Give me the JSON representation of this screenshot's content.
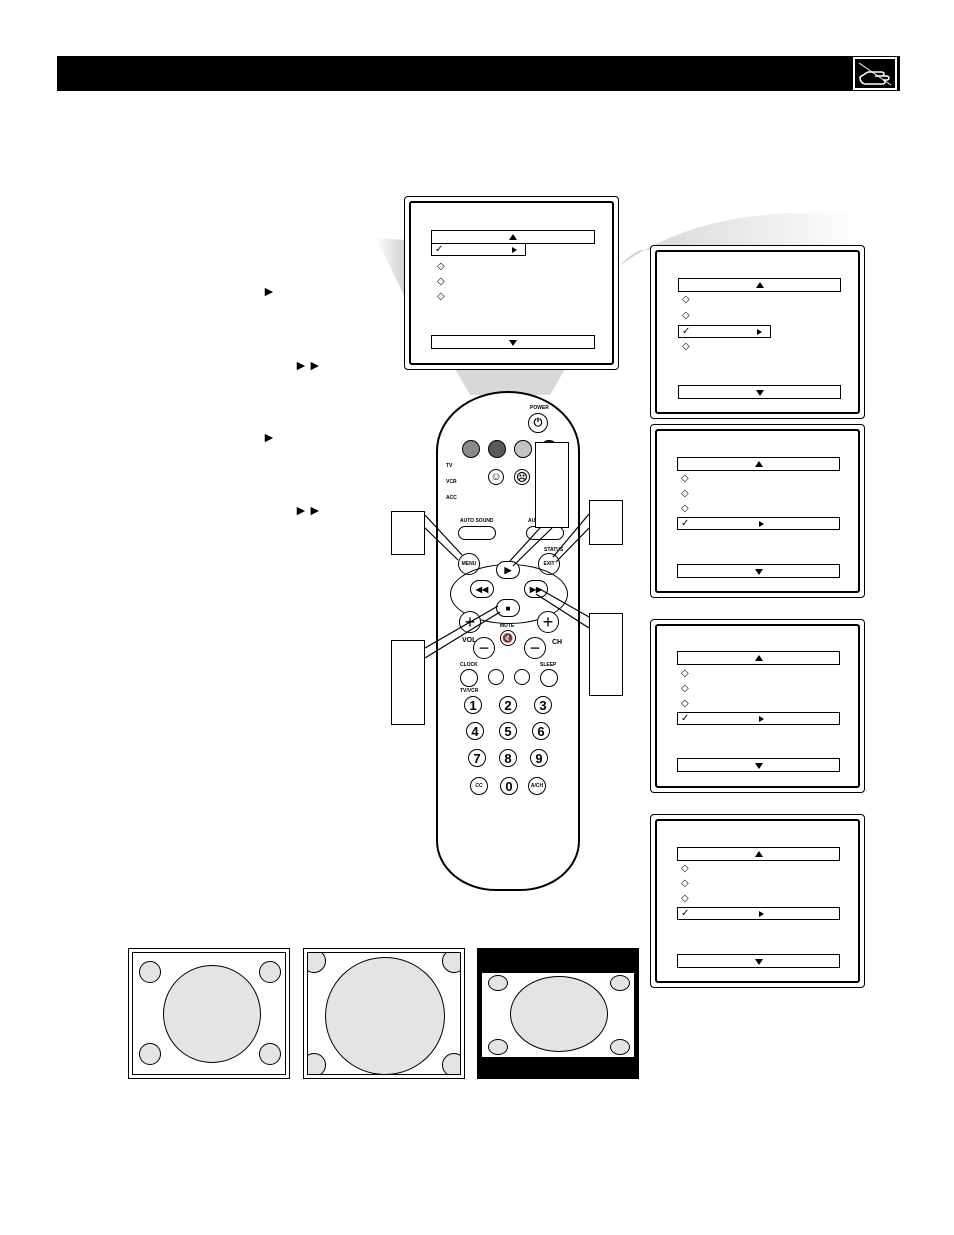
{
  "header": {
    "icon": "pointing-hand-icon"
  },
  "instructions": {
    "step1_arrow": "►",
    "step2_arrows": "►►",
    "step3_arrow": "►",
    "step4_arrows": "►►"
  },
  "remote": {
    "power_label": "POWER",
    "tv_label": "TV",
    "vcr_label": "VCR",
    "acc_label": "ACC",
    "auto_sound_label": "AUTO SOUND",
    "auto_picture_label": "AUTO PICTURE",
    "status_label": "STATUS",
    "menu_label": "MENU",
    "exit_label": "EXIT",
    "vol_label": "VOL",
    "ch_label": "CH",
    "mute_label": "MUTE",
    "clock_label": "CLOCK",
    "sleep_label": "SLEEP",
    "tvvcr_label": "TV/VCR",
    "cc_label": "CC",
    "ach_label": "A/CH",
    "digits": [
      "1",
      "2",
      "3",
      "4",
      "5",
      "6",
      "7",
      "8",
      "9"
    ],
    "zero": "0",
    "plus": "+",
    "minus": "−",
    "rewind": "◀◀",
    "play": "▶",
    "ff": "▶▶",
    "stop": "■"
  },
  "colors": {
    "ink": "#000000",
    "screen_grey": "#e4e4e4",
    "beam_grey": "#d8d8d8"
  }
}
